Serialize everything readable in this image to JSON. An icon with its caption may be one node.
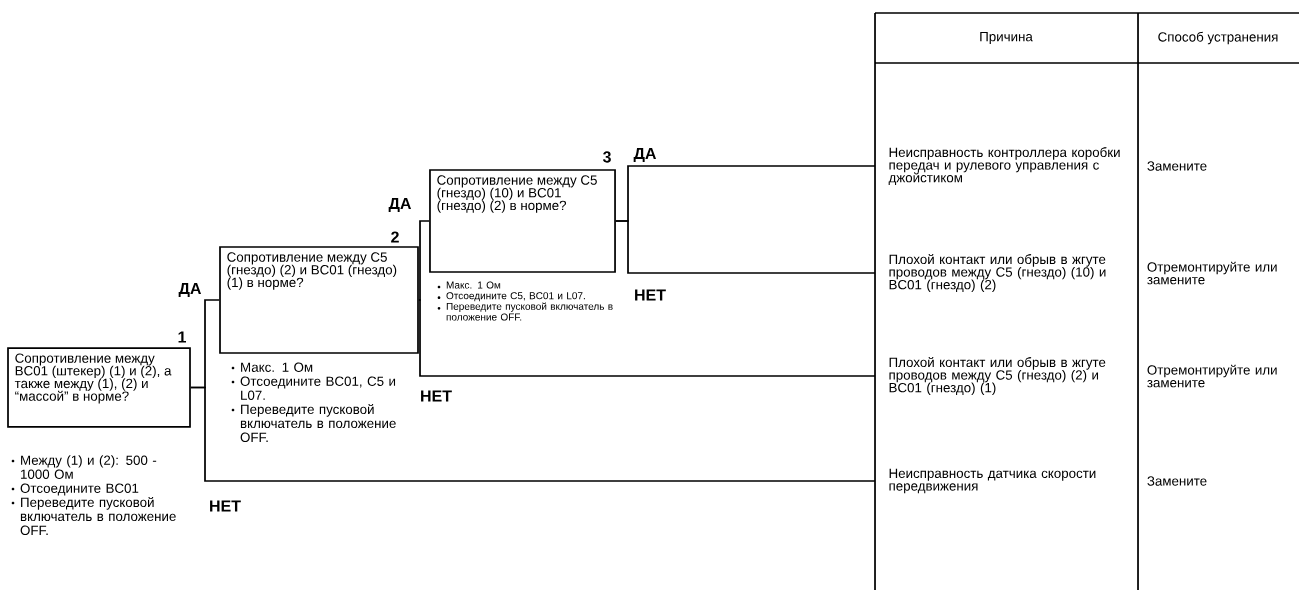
{
  "diagram": {
    "nodes": [
      {
        "text": [
          "Сопротивление между BC01 (штекер) (1) и (2), а также между (1), (2) и “массой” в норме?"
        ],
        "beside": [
          "1",
          "Между (1) и (2): 500 - 1000 Ом",
          "Отсоедините BC01",
          "Переведите пусковой включатель в положение OFF."
        ]
      },
      {
        "text": [
          "Сопротивление между C5 (гнездо) (2) и BC01 (гнездо) (1) в норме?"
        ],
        "beside": [
          "2",
          "Макс. 1 Ом",
          "Отсоедините BC01, C5 и L07.",
          "Переведите пусковой включатель в положение OFF."
        ]
      },
      {
        "text": [
          "Сопротивление между C5 (гнездо) (10) и BC01 (гнездо) (2) в норме?"
        ],
        "beside": [
          "3",
          "Макс. 1 Ом",
          "Отсоедините C5, BC01 и L07.",
          "Переведите пусковой включатель в положение OFF."
        ]
      },
      {
        "text": [
          "Неисправность контроллера коробки передач и рулевого управления с джойстиком"
        ]
      },
      {
        "text": [
          "Плохой контакт или обрыв в жгуте проводов между C5 (гнездо) (10) и BC01 (гнездо) (2)"
        ]
      },
      {
        "text": [
          "Плохой контакт или обрыв в жгуте проводов между C5 (гнездо) (2) и BC01 (гнездо) (1)"
        ]
      },
      {
        "text": [
          "Неисправность датчика скорости передвижения"
        ]
      }
    ],
    "edges": [
      {
        "from": 0,
        "to": 1,
        "arrow": "none",
        "label": "ДА"
      },
      {
        "from": 0,
        "to": 6,
        "arrow": "none",
        "label": "НЕТ"
      },
      {
        "from": 1,
        "to": 2,
        "arrow": "none",
        "label": "ДА"
      },
      {
        "from": 1,
        "to": 5,
        "arrow": "none",
        "label": "НЕТ"
      },
      {
        "from": 2,
        "to": 3,
        "arrow": "none",
        "label": "ДА"
      },
      {
        "from": 2,
        "to": 4,
        "arrow": "none",
        "label": "НЕТ"
      }
    ],
    "labels": [
      "Причина",
      "Способ устранения",
      "Замените",
      "Отремонтируйте или замените",
      "Отремонтируйте или замените",
      "Замените"
    ]
  }
}
